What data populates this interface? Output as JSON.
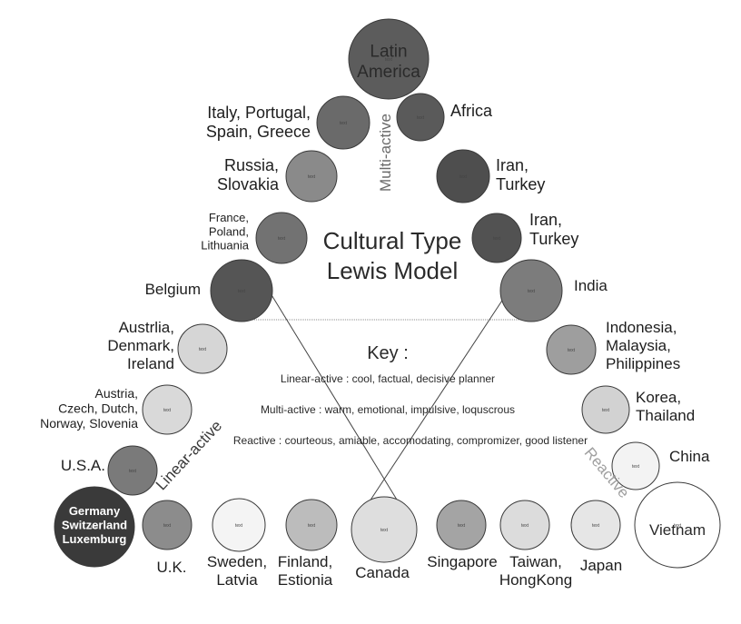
{
  "title_line1": "Cultural Type",
  "title_line2": "Lewis Model",
  "axis_labels": {
    "multi": "Multi-active",
    "linear": "Linear-active",
    "reactive": "Reactive"
  },
  "key": {
    "heading": "Key :",
    "linear": "Linear-active : cool, factual, decisive planner",
    "multi": "Multi-active : warm, emotional, impulsive, loquscrous",
    "reactive": "Reactive : courteous, amiable, accomodating, compromizer, good listener"
  },
  "circle_placeholder": "text",
  "nodes": [
    {
      "id": "latin-america",
      "lines": [
        "Latin",
        "America"
      ],
      "fill": "#5c5c5c"
    },
    {
      "id": "italy",
      "lines": [
        "Italy, Portugal,",
        "Spain, Greece"
      ],
      "fill": "#6a6a6a"
    },
    {
      "id": "africa",
      "lines": [
        "Africa"
      ],
      "fill": "#5a5a5a"
    },
    {
      "id": "russia",
      "lines": [
        "Russia,",
        "Slovakia"
      ],
      "fill": "#8a8a8a"
    },
    {
      "id": "iran-1",
      "lines": [
        "Iran,",
        "Turkey"
      ],
      "fill": "#4e4e4e"
    },
    {
      "id": "france",
      "lines": [
        "France,",
        "Poland,",
        "Lithuania"
      ],
      "fill": "#727272"
    },
    {
      "id": "iran-2",
      "lines": [
        "Iran,",
        "Turkey"
      ],
      "fill": "#525252"
    },
    {
      "id": "belgium",
      "lines": [
        "Belgium"
      ],
      "fill": "#555555"
    },
    {
      "id": "india",
      "lines": [
        "India"
      ],
      "fill": "#7c7c7c"
    },
    {
      "id": "austrlia",
      "lines": [
        "Austrlia,",
        "Denmark,",
        "Ireland"
      ],
      "fill": "#d6d6d6"
    },
    {
      "id": "indonesia",
      "lines": [
        "Indonesia,",
        "Malaysia,",
        "Philippines"
      ],
      "fill": "#9e9e9e"
    },
    {
      "id": "austria",
      "lines": [
        "Austria,",
        "Czech, Dutch,",
        "Norway, Slovenia"
      ],
      "fill": "#d9d9d9"
    },
    {
      "id": "korea",
      "lines": [
        "Korea,",
        "Thailand"
      ],
      "fill": "#d2d2d2"
    },
    {
      "id": "usa",
      "lines": [
        "U.S.A."
      ],
      "fill": "#7a7a7a"
    },
    {
      "id": "china",
      "lines": [
        "China"
      ],
      "fill": "#f3f3f3"
    },
    {
      "id": "germany",
      "lines": [
        "Germany",
        "Switzerland",
        "Luxemburg"
      ],
      "fill": "#3a3a3a"
    },
    {
      "id": "uk",
      "lines": [
        "U.K."
      ],
      "fill": "#8c8c8c"
    },
    {
      "id": "sweden",
      "lines": [
        "Sweden,",
        "Latvia"
      ],
      "fill": "#f4f4f4"
    },
    {
      "id": "finland",
      "lines": [
        "Finland,",
        "Estionia"
      ],
      "fill": "#bcbcbc"
    },
    {
      "id": "canada",
      "lines": [
        "Canada"
      ],
      "fill": "#dedede"
    },
    {
      "id": "singapore",
      "lines": [
        "Singapore"
      ],
      "fill": "#a4a4a4"
    },
    {
      "id": "taiwan",
      "lines": [
        "Taiwan,",
        "HongKong"
      ],
      "fill": "#dcdcdc"
    },
    {
      "id": "japan",
      "lines": [
        "Japan"
      ],
      "fill": "#e6e6e6"
    },
    {
      "id": "vietnam",
      "lines": [
        "Vietnam"
      ],
      "fill": "#ffffff"
    }
  ]
}
